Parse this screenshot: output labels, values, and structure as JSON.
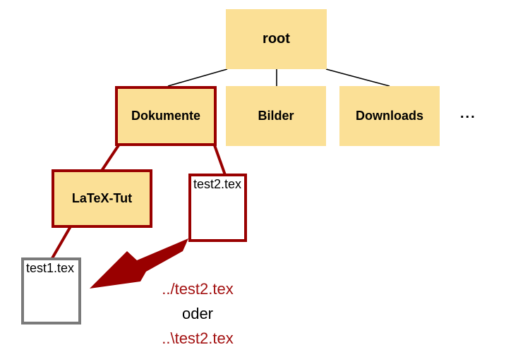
{
  "diagram": {
    "type": "filesystem-tree",
    "nodes": {
      "root": {
        "label": "root",
        "kind": "folder",
        "highlighted": false
      },
      "dokumente": {
        "label": "Dokumente",
        "kind": "folder",
        "highlighted": true
      },
      "bilder": {
        "label": "Bilder",
        "kind": "folder",
        "highlighted": false
      },
      "downloads": {
        "label": "Downloads",
        "kind": "folder",
        "highlighted": false
      },
      "latex_tut": {
        "label": "LaTeX-Tut",
        "kind": "folder",
        "highlighted": true
      },
      "test2": {
        "label": "test2.tex",
        "kind": "file",
        "highlighted": true
      },
      "test1": {
        "label": "test1.tex",
        "kind": "file",
        "highlighted": false
      }
    },
    "ellipsis": "...",
    "annotation": {
      "line1": "../test2.tex",
      "line2": "oder",
      "line3": "..\\test2.tex"
    },
    "colors": {
      "folder_fill": "#fbe096",
      "highlight_red": "#990000",
      "path_text_red": "#a31111",
      "file_border_gray": "#7a7a7a",
      "edge_black": "#000000"
    }
  }
}
